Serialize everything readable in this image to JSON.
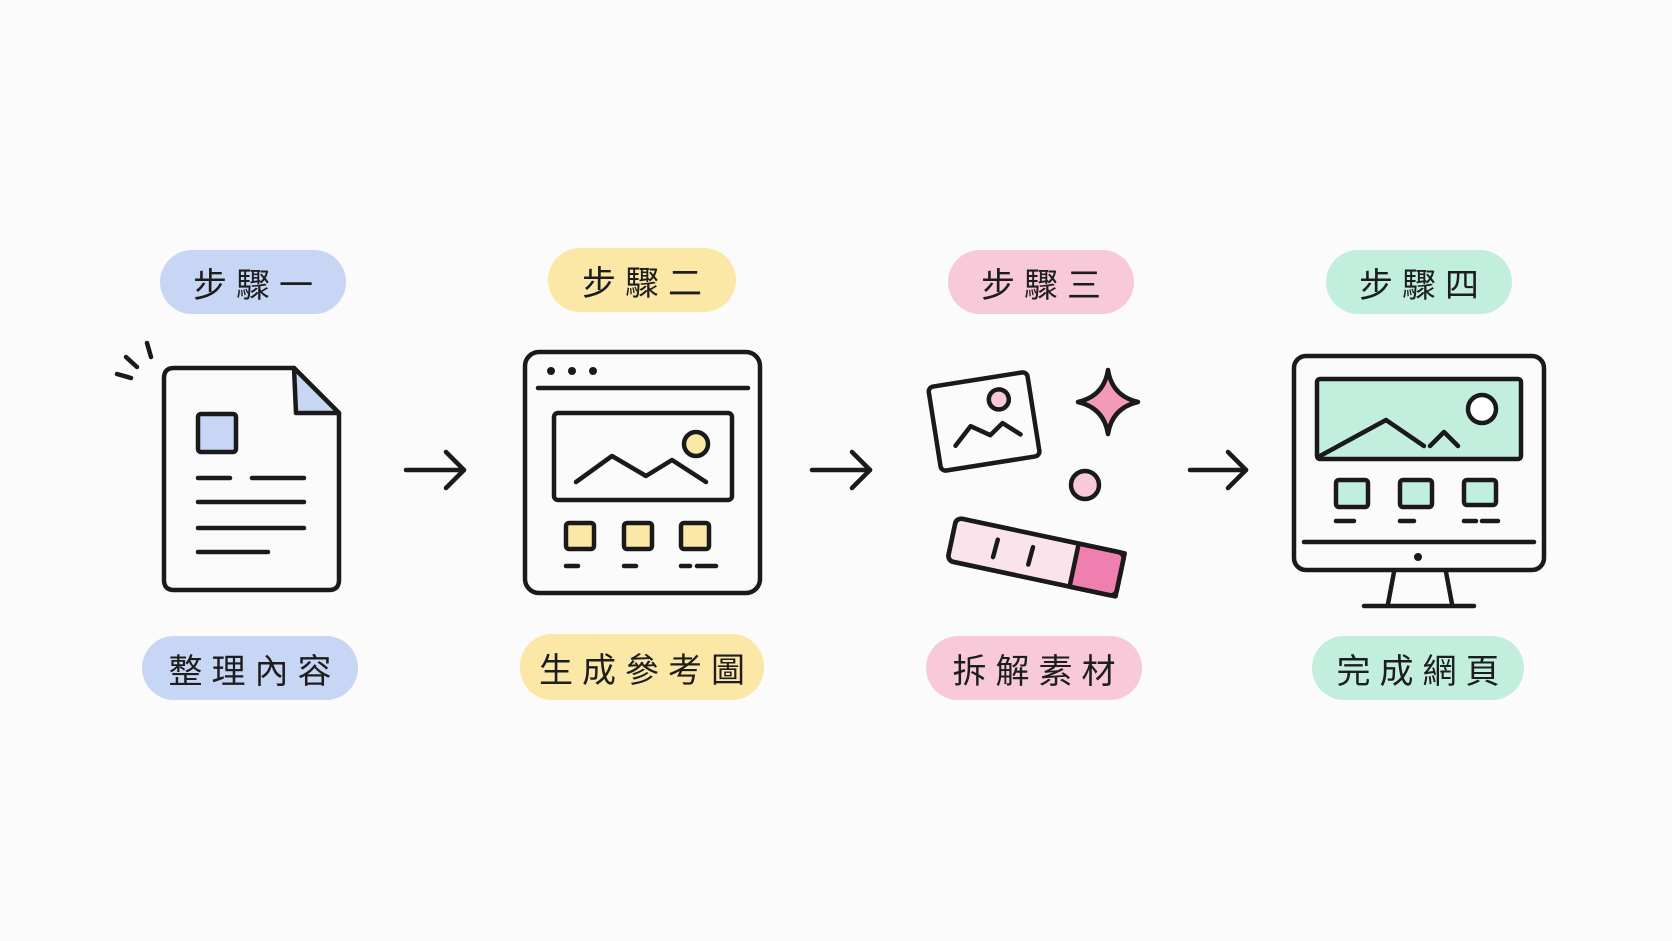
{
  "steps": [
    {
      "step_label": "步驟一",
      "caption": "整理內容",
      "icon": "document-icon",
      "color": "#c6d6f4"
    },
    {
      "step_label": "步驟二",
      "caption": "生成參考圖",
      "icon": "browser-wireframe-icon",
      "color": "#fbe8a6"
    },
    {
      "step_label": "步驟三",
      "caption": "拆解素材",
      "icon": "assets-breakdown-icon",
      "color": "#f8c9d9"
    },
    {
      "step_label": "步驟四",
      "caption": "完成網頁",
      "icon": "monitor-webpage-icon",
      "color": "#c2eedd"
    }
  ],
  "connectors": [
    "arrow-right-icon",
    "arrow-right-icon",
    "arrow-right-icon"
  ]
}
